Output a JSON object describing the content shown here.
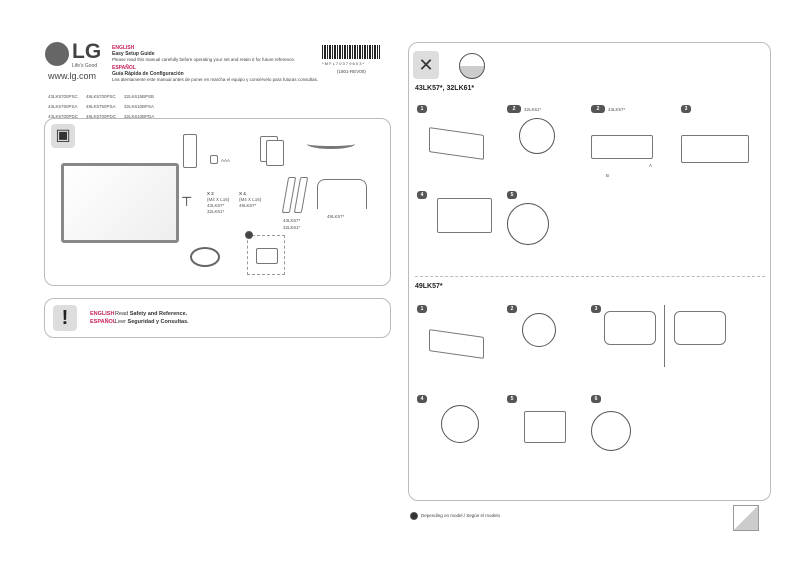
{
  "brand": {
    "logo": "LG",
    "tagline": "Life's Good",
    "url": "www.lg.com"
  },
  "intro": {
    "english_label": "ENGLISH",
    "english_title": "Easy Setup Guide",
    "english_text": "Please read this manual carefully before operating your set and retain it for future reference.",
    "spanish_label": "ESPAÑOL",
    "spanish_title": "Guía Rápida de Configuración",
    "spanish_text": "Lea atentamente este manual antes de poner en marcha el equipo y consérvelo para futuras consultas."
  },
  "barcode": {
    "text": "* M F L 7 0 3 7 9 6 0 3 *",
    "code": "(1801-REV00)"
  },
  "models": [
    "43LK5700PSC",
    "49LK5700PSC",
    "32LK615BPSB",
    "43LK5750PSA",
    "49LK5750PSA",
    "32LK610BPSA",
    "43LK5700PDC",
    "49LK5700PDC",
    "32LK610BPDA"
  ],
  "accessories": {
    "battery": "AAA",
    "screws_a_qty": "X 2",
    "screws_a_spec": "(M4 X L16)",
    "screws_a_models": [
      "43LK57*",
      "32LK61*"
    ],
    "screws_b_qty": "X 4",
    "screws_b_spec": "(M4 X L16)",
    "screws_b_models": [
      "49LK57*"
    ],
    "stand_a_models": [
      "43LK57*",
      "32LK61*"
    ],
    "stand_b_models": [
      "49LK57*"
    ]
  },
  "safety": {
    "english_label": "ENGLISH",
    "english_text_pre": "Read ",
    "english_text_bold": "Safety and Reference.",
    "spanish_label": "ESPAÑOL",
    "spanish_text_pre": "Leer ",
    "spanish_text_bold": "Seguridad  y Consultas."
  },
  "assembly": {
    "section1_title": "43LK57*, 32LK61*",
    "section1_steps": [
      {
        "num": "1"
      },
      {
        "num": "2",
        "model": "32LK61*"
      },
      {
        "num": "2",
        "model": "43LK57*"
      },
      {
        "num": "3"
      },
      {
        "num": "4"
      },
      {
        "num": "5"
      }
    ],
    "section2_title": "49LK57*",
    "section2_steps": [
      {
        "num": "1"
      },
      {
        "num": "2"
      },
      {
        "num": "3"
      },
      {
        "num": "4"
      },
      {
        "num": "5"
      },
      {
        "num": "6"
      }
    ],
    "labels": {
      "a": "A",
      "b": "B"
    }
  },
  "footnote": "Depending on model / Según el modelo"
}
